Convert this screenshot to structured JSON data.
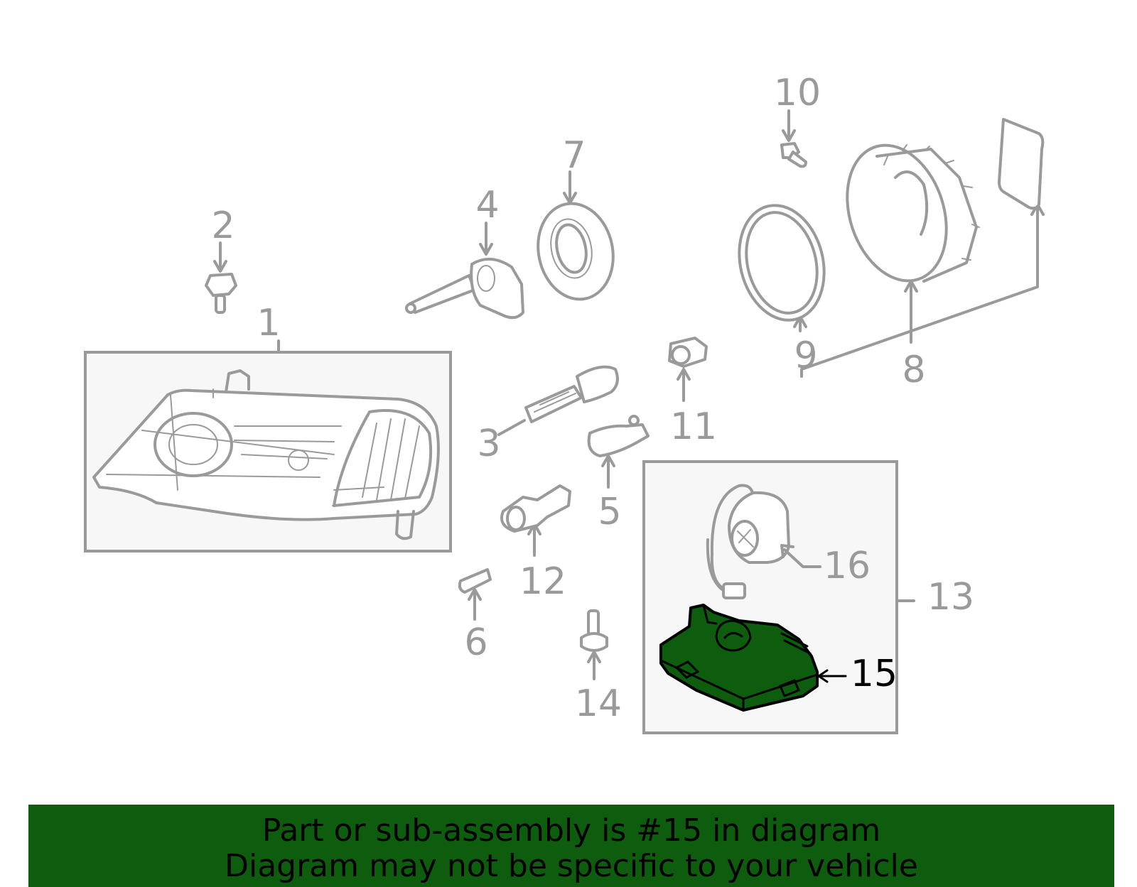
{
  "diagram": {
    "highlighted_part": "15",
    "callouts": [
      "1",
      "2",
      "3",
      "4",
      "5",
      "6",
      "7",
      "8",
      "9",
      "10",
      "11",
      "12",
      "13",
      "14",
      "15",
      "16"
    ]
  },
  "banner": {
    "line1": "Part or sub-assembly is #15 in diagram",
    "line2": "Diagram may not be specific to your vehicle"
  },
  "colors": {
    "highlight": "#0e5c0e",
    "line": "#9a9a9a",
    "panel": "#f7f7f7"
  }
}
